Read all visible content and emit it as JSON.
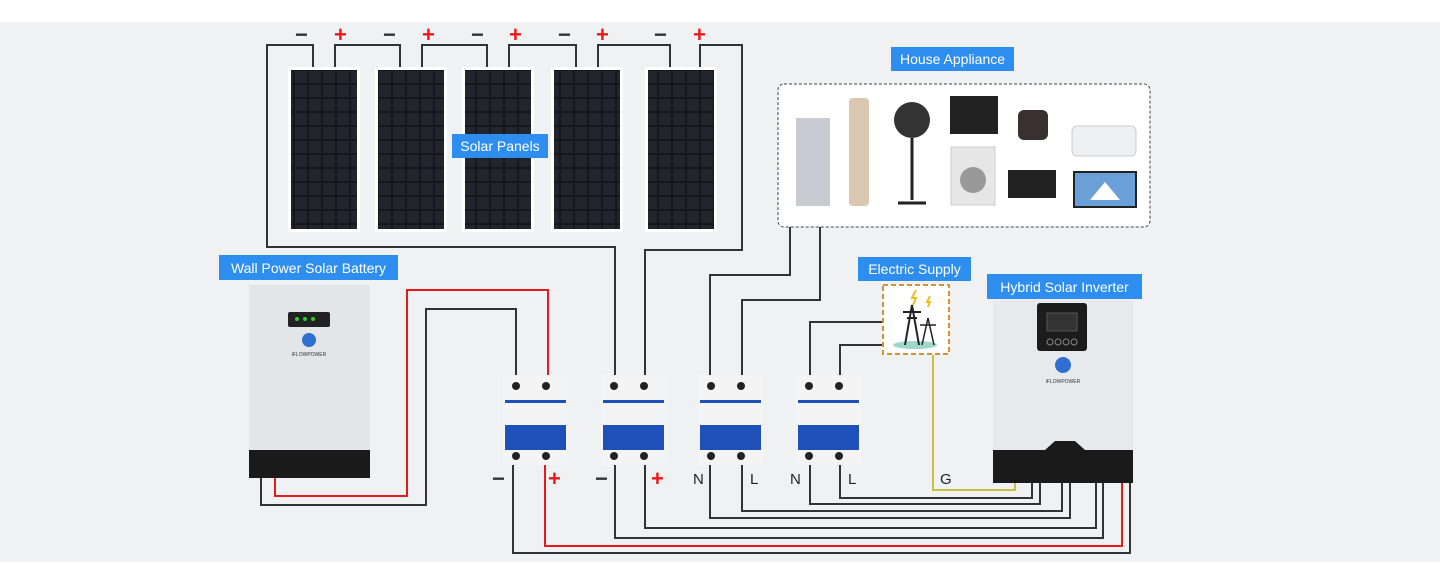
{
  "labels": {
    "solar_panels": "Solar Panels",
    "house_appliance": "House Appliance",
    "battery": "Wall Power Solar Battery",
    "electric_supply": "Electric Supply",
    "inverter": "Hybrid Solar Inverter"
  },
  "panel_terminals": [
    {
      "minus": "−",
      "plus": "+"
    },
    {
      "minus": "−",
      "plus": "+"
    },
    {
      "minus": "−",
      "plus": "+"
    },
    {
      "minus": "−",
      "plus": "+"
    },
    {
      "minus": "−",
      "plus": "+"
    }
  ],
  "breaker_terminals": [
    "−",
    "+",
    "−",
    "+",
    "N",
    "L",
    "N",
    "L",
    "G"
  ],
  "colors": {
    "label_bg": "#2e8ef0",
    "positive_wire": "#e8191c",
    "negative_wire": "#333333",
    "ground_wire": "#c8c040",
    "breaker_blue": "#1f4fb8",
    "supply_border": "#d9902e"
  },
  "appliances": [
    "refrigerator-icon",
    "air-conditioner-tower-icon",
    "fan-icon",
    "oven-icon",
    "rice-cooker-icon",
    "wall-ac-icon",
    "washing-machine-icon",
    "microwave-icon",
    "tv-icon"
  ]
}
